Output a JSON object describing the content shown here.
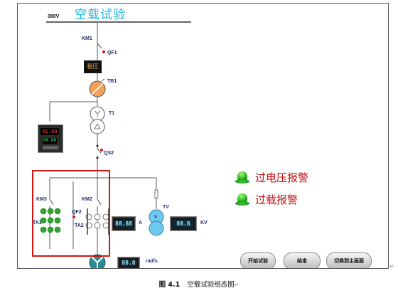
{
  "screen": {
    "title": "空载试验",
    "bus_voltage": "380V",
    "labels": {
      "km1": "KM1",
      "qf1": "QF1",
      "relay": "稳压",
      "tb1": "TB1",
      "t1": "T1",
      "qs2": "QS2",
      "km3": "KM3",
      "km2": "KM2",
      "qf2": "QF2",
      "ta1": "TA1",
      "ta2": "TA2",
      "tv": "TV",
      "v": "V"
    },
    "controller": {
      "top_display": "01.00",
      "bottom_display": "00.00"
    },
    "meters": [
      {
        "id": "current",
        "display": "88.88",
        "unit": "A"
      },
      {
        "id": "voltage",
        "display": "88.8",
        "unit": "KV"
      },
      {
        "id": "speed",
        "display": "88.8",
        "unit": "rad/s"
      }
    ],
    "alarms": [
      {
        "id": "overvoltage",
        "label": "过电压报警",
        "status": "normal",
        "color": "#1da51d"
      },
      {
        "id": "overload",
        "label": "过载报警",
        "status": "normal",
        "color": "#1da51d"
      }
    ],
    "buttons": {
      "start": "开始试验",
      "end": "结束",
      "switch_main": "切换到主画面"
    },
    "colors": {
      "title": "#1fb6e6",
      "alarm_text": "#c31414",
      "frame": "#d21414",
      "motor": "#2a8c97"
    }
  },
  "caption": {
    "figure_no": "图 4.1",
    "text": "空载试验组态图"
  }
}
